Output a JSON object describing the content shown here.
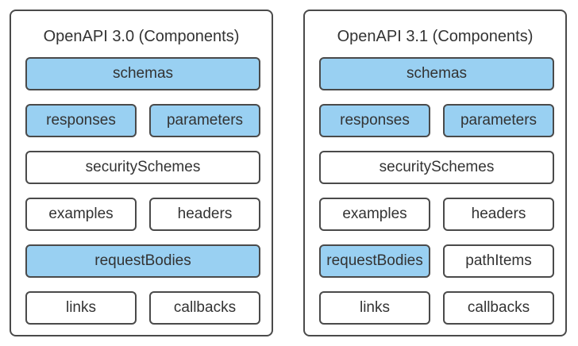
{
  "colors": {
    "highlight": "#99d0f2",
    "plain": "#ffffff",
    "border": "#4a4a4a",
    "text": "#333333"
  },
  "left_panel": {
    "title": "OpenAPI 3.0 (Components)",
    "items": {
      "schemas": "schemas",
      "responses": "responses",
      "parameters": "parameters",
      "securitySchemes": "securitySchemes",
      "examples": "examples",
      "headers": "headers",
      "requestBodies": "requestBodies",
      "links": "links",
      "callbacks": "callbacks"
    }
  },
  "right_panel": {
    "title": "OpenAPI 3.1 (Components)",
    "items": {
      "schemas": "schemas",
      "responses": "responses",
      "parameters": "parameters",
      "securitySchemes": "securitySchemes",
      "examples": "examples",
      "headers": "headers",
      "requestBodies": "requestBodies",
      "pathItems": "pathItems",
      "links": "links",
      "callbacks": "callbacks"
    }
  }
}
